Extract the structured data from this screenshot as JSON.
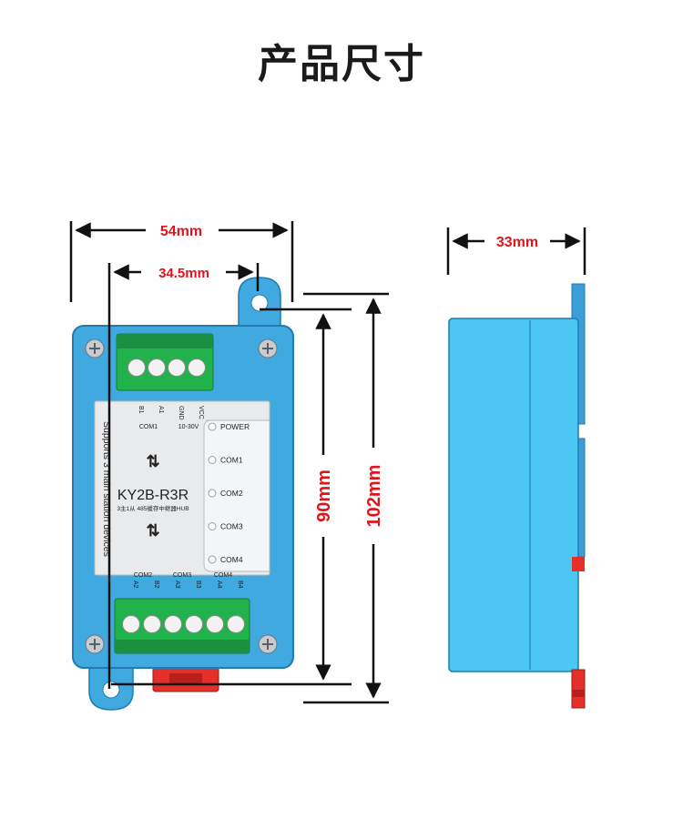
{
  "title": "产品尺寸",
  "dimensions": {
    "width_total": "54mm",
    "hole_spacing": "34.5mm",
    "depth": "33mm",
    "height_holes": "90mm",
    "height_total": "102mm"
  },
  "device": {
    "model": "KY2B-R3R",
    "subtitle": "3主1从 485缓存中继器HUB",
    "side_text": "Supports 3 main station devices",
    "top_terminals": [
      "B1",
      "A1",
      "GND",
      "VCC"
    ],
    "top_groups": [
      "COM1",
      "10-30V"
    ],
    "bottom_terminals": [
      "A2",
      "B2",
      "A3",
      "B3",
      "A4",
      "B4"
    ],
    "bottom_groups": [
      "COM2",
      "COM3",
      "COM4"
    ],
    "leds": [
      "POWER",
      "COM1",
      "COM2",
      "COM3",
      "COM4"
    ],
    "arrow_symbol": "⇅"
  },
  "colors": {
    "body": "#3fa9e0",
    "terminal": "#22b24c",
    "dimension_text": "#e0141b",
    "side_view": "#4cc6f2",
    "din_clip": "#e5302a"
  }
}
